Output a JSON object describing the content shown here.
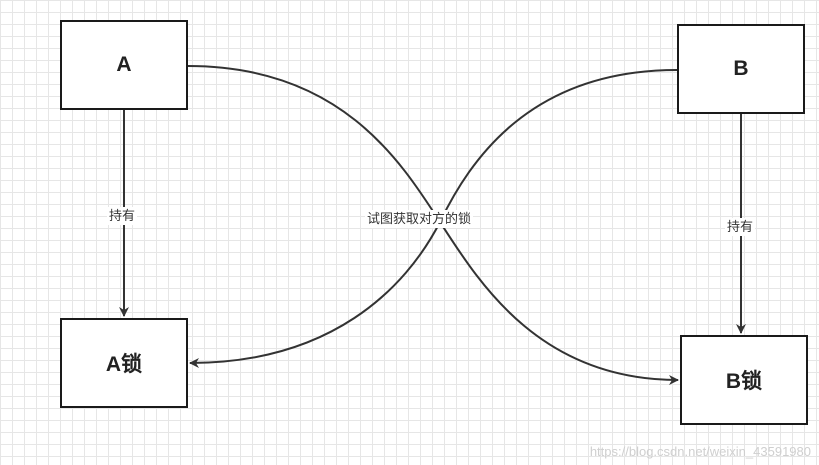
{
  "nodes": {
    "a": "A",
    "b": "B",
    "a_lock": "A锁",
    "b_lock": "B锁"
  },
  "edges": {
    "a_holds_label": "持有",
    "b_holds_label": "持有",
    "cross_label": "试图获取对方的锁"
  },
  "watermark": "https://blog.csdn.net/weixin_43591980",
  "colors": {
    "stroke": "#333333",
    "grid": "#e6e6e6",
    "background": "#ffffff"
  }
}
